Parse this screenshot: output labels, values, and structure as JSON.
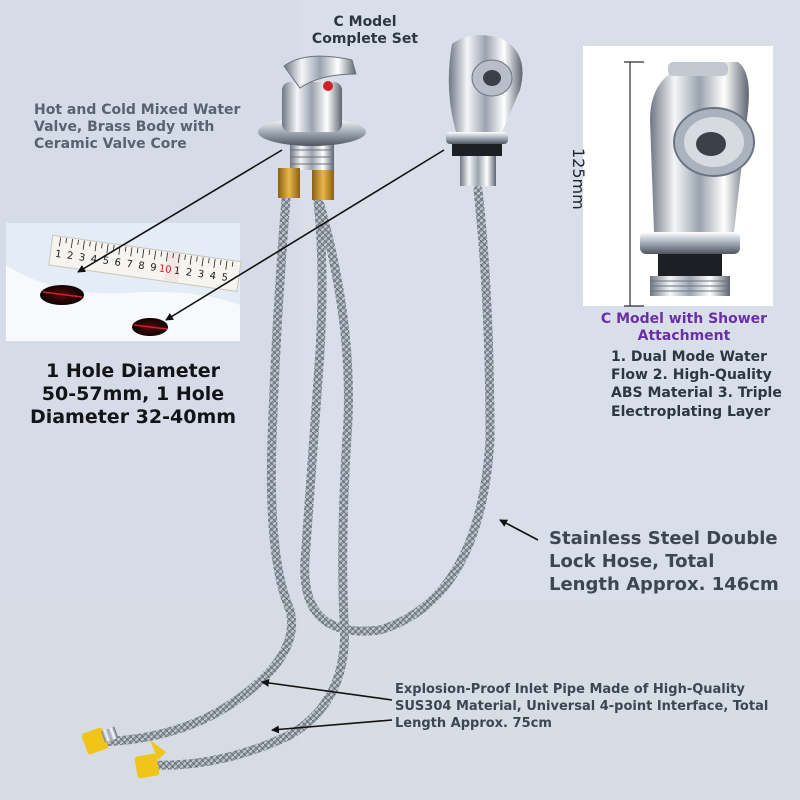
{
  "labels": {
    "complete_set": "C Model Complete Set",
    "valve": "Hot and Cold Mixed Water Valve, Brass Body with Ceramic Valve Core",
    "hole": "1 Hole Diameter 50-57mm, 1 Hole Diameter 32-40mm",
    "dimension": "125mm",
    "shower_title": "C Model with Shower Attachment",
    "features": "1. Dual Mode Water Flow 2. High-Quality ABS Material 3. Triple Electroplating Layer",
    "hose": "Stainless Steel Double Lock Hose, Total Length Approx. 146cm",
    "inlet": "Explosion-Proof Inlet Pipe Made of High-Quality SUS304 Material, Universal 4-point Interface, Total Length Approx. 75cm"
  },
  "ruler_numbers": [
    "1",
    "2",
    "3",
    "4",
    "5",
    "6",
    "7",
    "8",
    "9",
    "10",
    "1",
    "2",
    "3",
    "4",
    "5"
  ],
  "colors": {
    "background": "#d9dfe9",
    "ruler_highlight": "#d0202a",
    "shower_title": "#6a2fa8",
    "fitting_yellow": "#f0c419",
    "brass": "#c8962e"
  }
}
